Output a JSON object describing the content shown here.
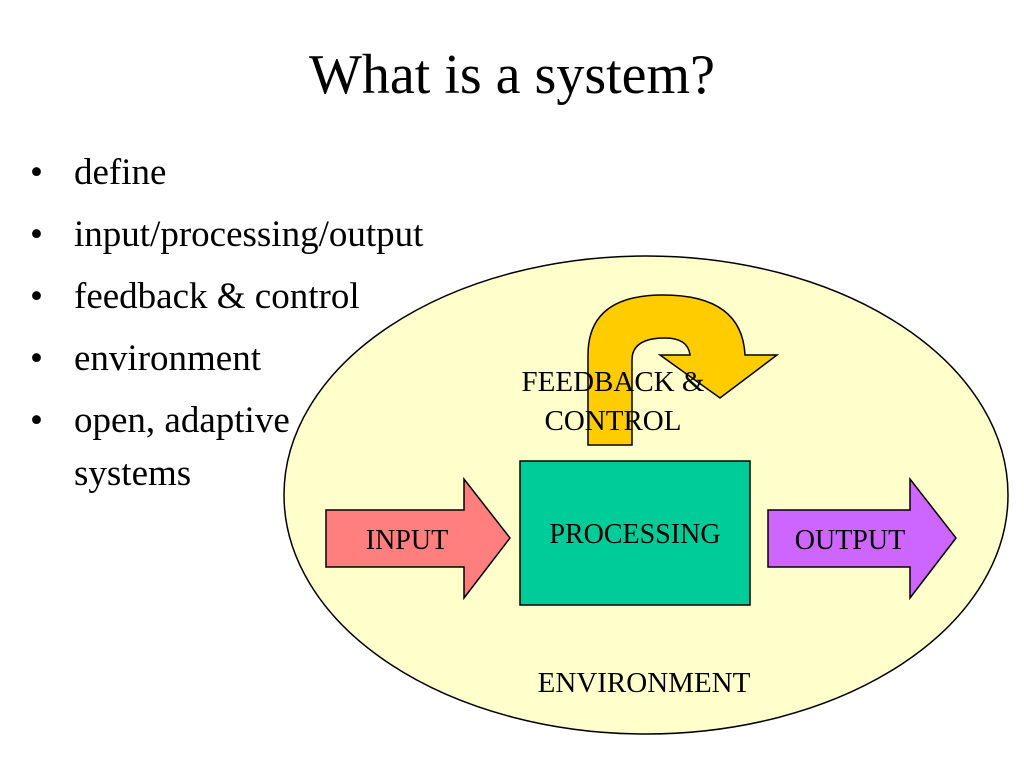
{
  "slide": {
    "title": "What is a system?"
  },
  "bullets": [
    {
      "text": "define"
    },
    {
      "text": "input/processing/output"
    },
    {
      "text": "feedback & control"
    },
    {
      "text": "environment"
    },
    {
      "text": "open, adaptive systems"
    }
  ],
  "diagram": {
    "feedback_line1": "FEEDBACK &",
    "feedback_line2": "CONTROL",
    "input": "INPUT",
    "processing": "PROCESSING",
    "output": "OUTPUT",
    "environment": "ENVIRONMENT"
  },
  "colors": {
    "environment_fill": "#FFFFCC",
    "input_fill": "#FF7F7F",
    "processing_fill": "#00CC99",
    "output_fill": "#CC66FF",
    "feedback_fill": "#FFCC00"
  }
}
